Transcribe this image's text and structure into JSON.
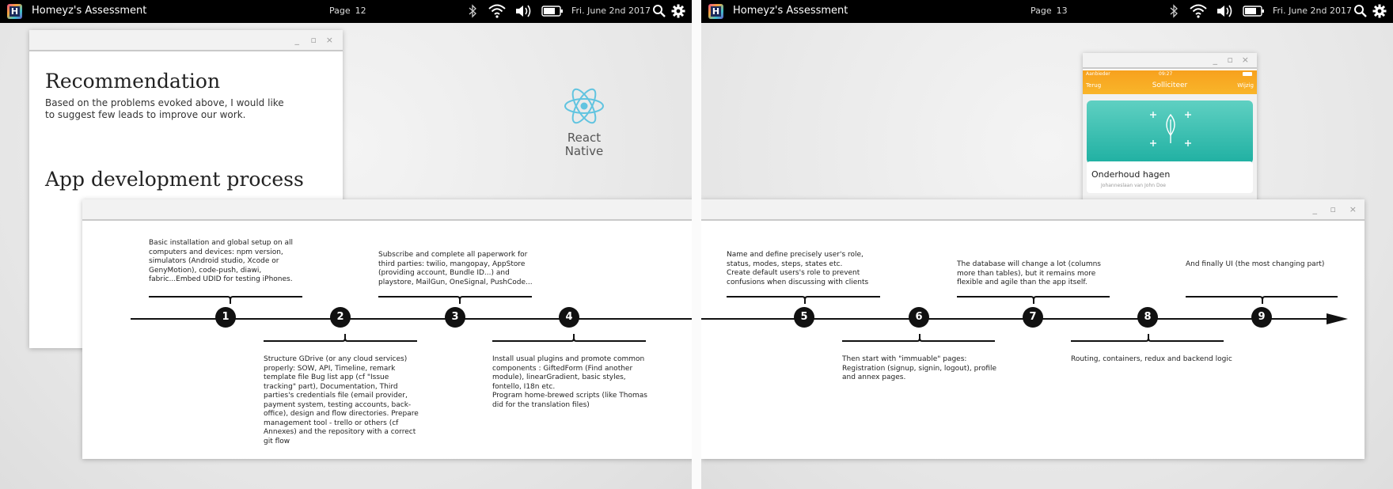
{
  "left": {
    "app_title": "Homeyz's Assessment",
    "page_label": "Page",
    "page_number": "12",
    "date": "Fri. June 2nd 2017",
    "rec_window": {
      "heading1": "Recommendation",
      "para": "Based on the problems evoked above, I would like to suggest few leads to improve our work.",
      "heading2": "App development process"
    },
    "react": {
      "line1": "React",
      "line2": "Native"
    },
    "timeline": {
      "steps": [
        {
          "num": "1",
          "text": "Basic installation and global setup on all computers and devices: npm version, simulators (Android studio, Xcode or GenyMotion), code-push, diawi, fabric...Embed UDID for testing iPhones."
        },
        {
          "num": "2",
          "text": "Structure GDrive (or any cloud services) properly: SOW, API, Timeline, remark template file Bug list app (cf \"Issue tracking\" part), Documentation, Third parties's credentials file (email provider, payment system, testing accounts, back-office), design and flow directories. Prepare management tool - trello or others (cf Annexes) and the repository with a correct git flow"
        },
        {
          "num": "3",
          "text": "Subscribe and complete all paperwork for third parties: twilio, mangopay, AppStore (providing account, Bundle ID...) and playstore, MailGun, OneSignal, PushCode..."
        },
        {
          "num": "4",
          "text": "Install usual plugins and promote common components : GiftedForm (Find another module), linearGradient, basic styles, fontello, I18n etc.\nProgram home-brewed scripts (like Thomas did for the translation files)"
        }
      ]
    }
  },
  "right": {
    "app_title": "Homeyz's Assessment",
    "page_label": "Page",
    "page_number": "13",
    "date": "Fri. June 2nd 2017",
    "phone": {
      "carrier": "Aanbieder",
      "time": "09:27",
      "back": "Terug",
      "title": "Solliciteer",
      "action": "Wijzig",
      "card_title": "Onderhoud hagen",
      "card_sub": "Johanneslaan van John Doe"
    },
    "timeline": {
      "steps": [
        {
          "num": "5",
          "text": "Name and define precisely user's role, status, modes, steps, states etc.\nCreate default users's role to prevent confusions when discussing with clients"
        },
        {
          "num": "6",
          "text": "Then start with \"immuable\" pages: Registration (signup, signin, logout), profile and annex pages."
        },
        {
          "num": "7",
          "text": "The database will change a lot (columns more than tables), but it remains more flexible and agile than the app itself."
        },
        {
          "num": "8",
          "text": "Routing, containers, redux and backend logic"
        },
        {
          "num": "9",
          "text": "And finally UI (the most changing part)"
        }
      ]
    }
  },
  "icons": [
    "bluetooth-icon",
    "wifi-icon",
    "volume-icon",
    "battery-icon",
    "search-icon",
    "gear-icon",
    "minimize-icon",
    "maximize-icon",
    "close-icon",
    "react-logo-icon"
  ]
}
